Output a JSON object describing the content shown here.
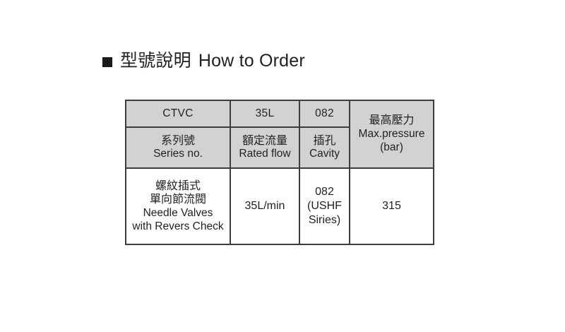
{
  "page": {
    "background_color": "#ffffff",
    "text_color": "#231f20"
  },
  "title": {
    "bullet_icon": "filled-square-bullet-icon",
    "chinese": "型號說明",
    "english": "How to Order"
  },
  "table": {
    "header_background": "#d2d2d2",
    "border_color": "#3d3d3d",
    "code_row": {
      "series_no": "CTVC",
      "rated_flow": "35L",
      "cavity": "082"
    },
    "label_row": {
      "series_no_cn": "系列號",
      "series_no_en": "Series no.",
      "rated_flow_cn": "額定流量",
      "rated_flow_en": "Rated flow",
      "cavity_cn": "插孔",
      "cavity_en": "Cavity"
    },
    "max_pressure": {
      "cn": "最高壓力",
      "en": "Max.pressure",
      "unit": "(bar)"
    },
    "body_row": {
      "series_desc_cn_1": "螺紋插式",
      "series_desc_cn_2": "單向節流閥",
      "series_desc_en_1": "Needle Valves",
      "series_desc_en_2": "with Revers Check",
      "rated_flow_value": "35L/min",
      "cavity_value_1": "082",
      "cavity_value_2": "(USHF",
      "cavity_value_3": "Siries)",
      "max_pressure_value": "315"
    }
  }
}
